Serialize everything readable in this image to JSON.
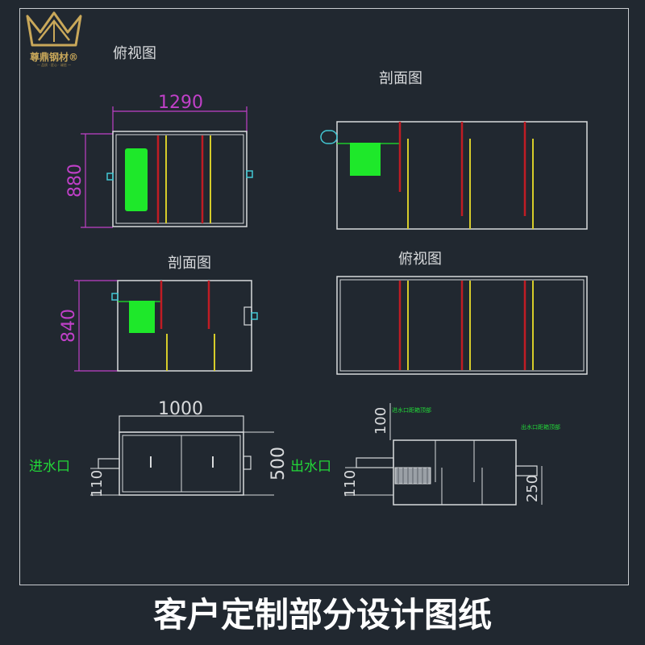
{
  "brand": {
    "name": "尊鼎钢材®",
    "tagline": "— 品质 · 匠心 · 诚信 —",
    "logo": "crown-logo"
  },
  "caption": "客户定制部分设计图纸",
  "views": {
    "top_view_1": {
      "title": "俯视图",
      "width_dim": "1290",
      "height_dim": "880"
    },
    "section_1": {
      "title": "剖面图"
    },
    "section_2": {
      "title": "剖面图",
      "height_dim": "840"
    },
    "top_view_2": {
      "title": "俯视图"
    },
    "front_view": {
      "width_dim": "1000",
      "height_dim": "500",
      "pipe_dim": "110",
      "inlet_label": "进水口"
    },
    "side_section": {
      "outlet_label": "出水口",
      "top_dim": "100",
      "pipe_dim": "110",
      "right_dim": "250",
      "inlet_note": "进水口距箱顶部",
      "outlet_note": "出水口距箱顶部"
    }
  },
  "colors": {
    "background": "#212830",
    "line": "#d8dadc",
    "dimension": "#c040c8",
    "red_baffle": "#c01c24",
    "yellow_baffle": "#d6cc2a",
    "green_basket": "#1ee82a",
    "pipe": "#43c8d4",
    "label_green": "#22d838",
    "caption": "#ffffff"
  }
}
